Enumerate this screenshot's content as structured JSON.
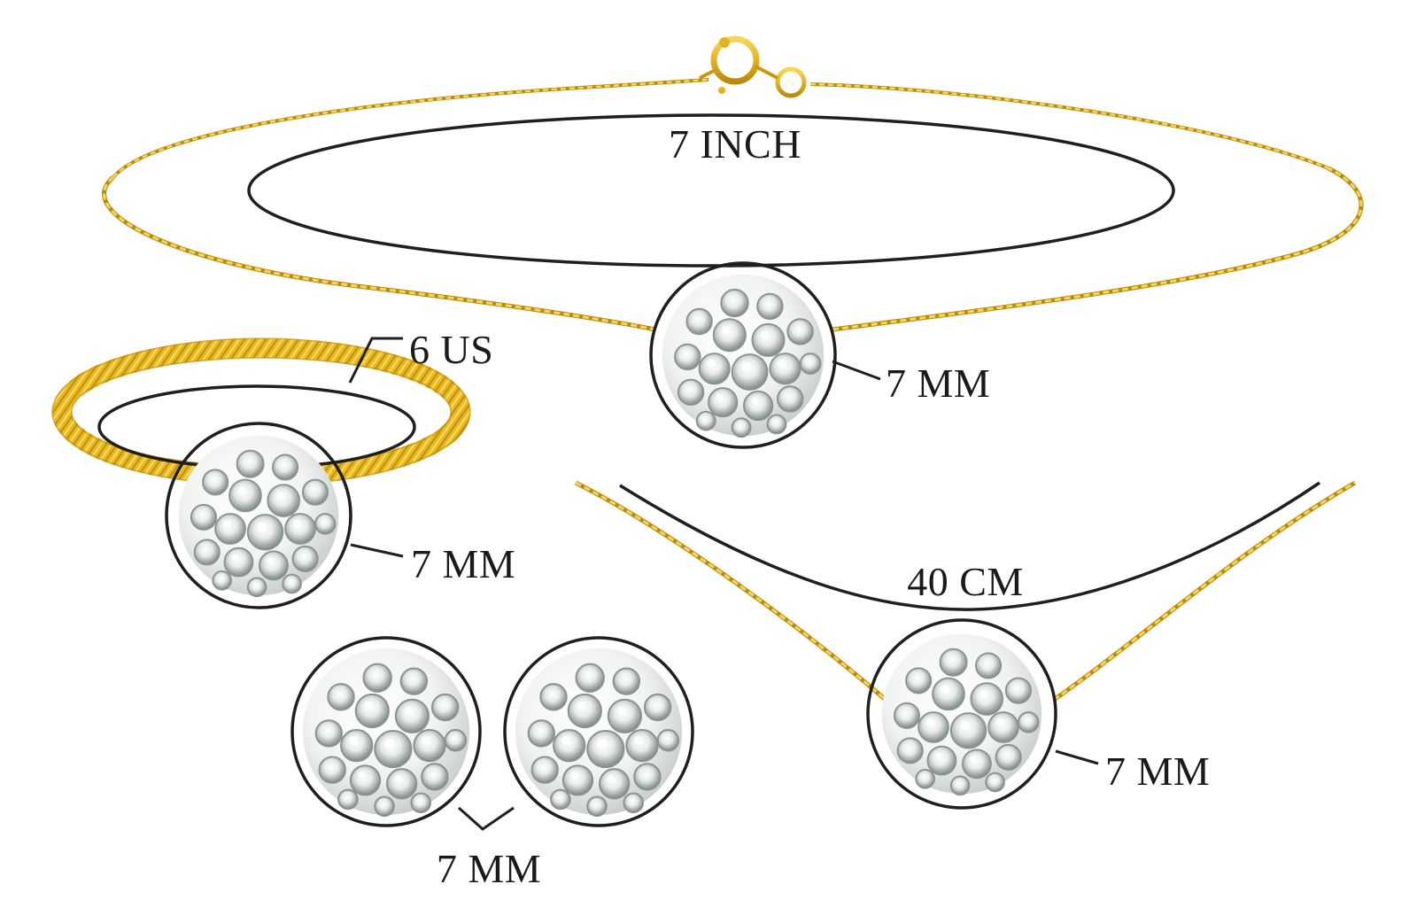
{
  "colors": {
    "gold": "#e3b321",
    "gold_dark": "#b98a0c",
    "gold_light": "#f7d75a",
    "crystal_base": "#f4f6f4",
    "crystal_shade": "#c9cfcc",
    "outline": "#1f1f1f"
  },
  "items": {
    "bracelet": {
      "length_label": "7 INCH",
      "ball_label": "7 MM"
    },
    "ring": {
      "size_label": "6 US",
      "ball_label": "7 MM"
    },
    "necklace": {
      "length_label": "40 CM",
      "ball_label": "7 MM"
    },
    "earrings": {
      "ball_label": "7 MM"
    }
  }
}
